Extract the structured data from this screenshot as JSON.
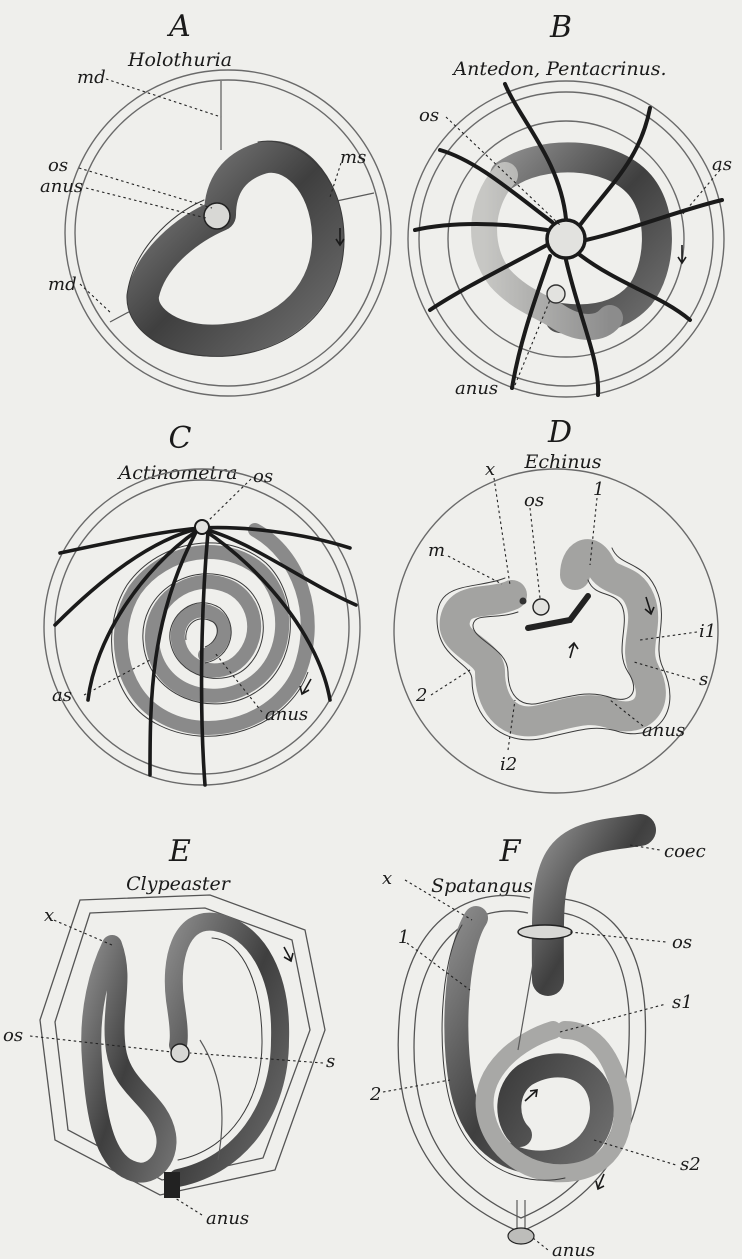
{
  "panels": [
    {
      "letter": "A",
      "name": "Holothuria",
      "labels": [
        "md",
        "ms",
        "os",
        "anus",
        "md"
      ]
    },
    {
      "letter": "B",
      "name": "Antedon, Pentacrinus.",
      "labels": [
        "os",
        "as",
        "anus"
      ]
    },
    {
      "letter": "C",
      "name": "Actinometra",
      "labels": [
        "os",
        "as",
        "anus"
      ]
    },
    {
      "letter": "D",
      "name": "Echinus",
      "labels": [
        "x",
        "os",
        "1",
        "m",
        "i1",
        "2",
        "s",
        "i2",
        "anus"
      ]
    },
    {
      "letter": "E",
      "name": "Clypeaster",
      "labels": [
        "x",
        "os",
        "s",
        "anus"
      ]
    },
    {
      "letter": "F",
      "name": "Spatangus",
      "labels": [
        "coec",
        "x",
        "os",
        "1",
        "s1",
        "2",
        "s2",
        "anus"
      ]
    }
  ]
}
